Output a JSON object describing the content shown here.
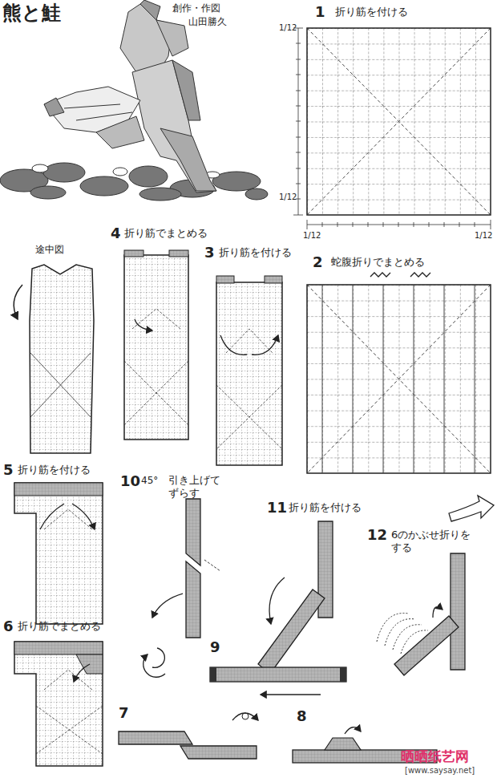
{
  "diagram": {
    "title": "熊と鮭",
    "labels": [
      "創作・作図",
      "山田勝久",
      "1",
      "折り筋を付ける",
      "1/12",
      "1/12",
      "1/12",
      "1/12",
      "4",
      "折り筋でまとめる",
      "3",
      "折り筋を付ける",
      "2",
      "蛇腹折りでまとめる",
      "途中図",
      "5",
      "折り筋を付ける",
      "10",
      "45°",
      "引き上げて ずらす",
      "11",
      "折り筋を付ける",
      "12",
      "6のかぶせ折りを する",
      "6",
      "折り筋でまとめる",
      "9",
      "7",
      "8",
      "晒晒纸艺网",
      "[www.saysay.net]"
    ]
  }
}
